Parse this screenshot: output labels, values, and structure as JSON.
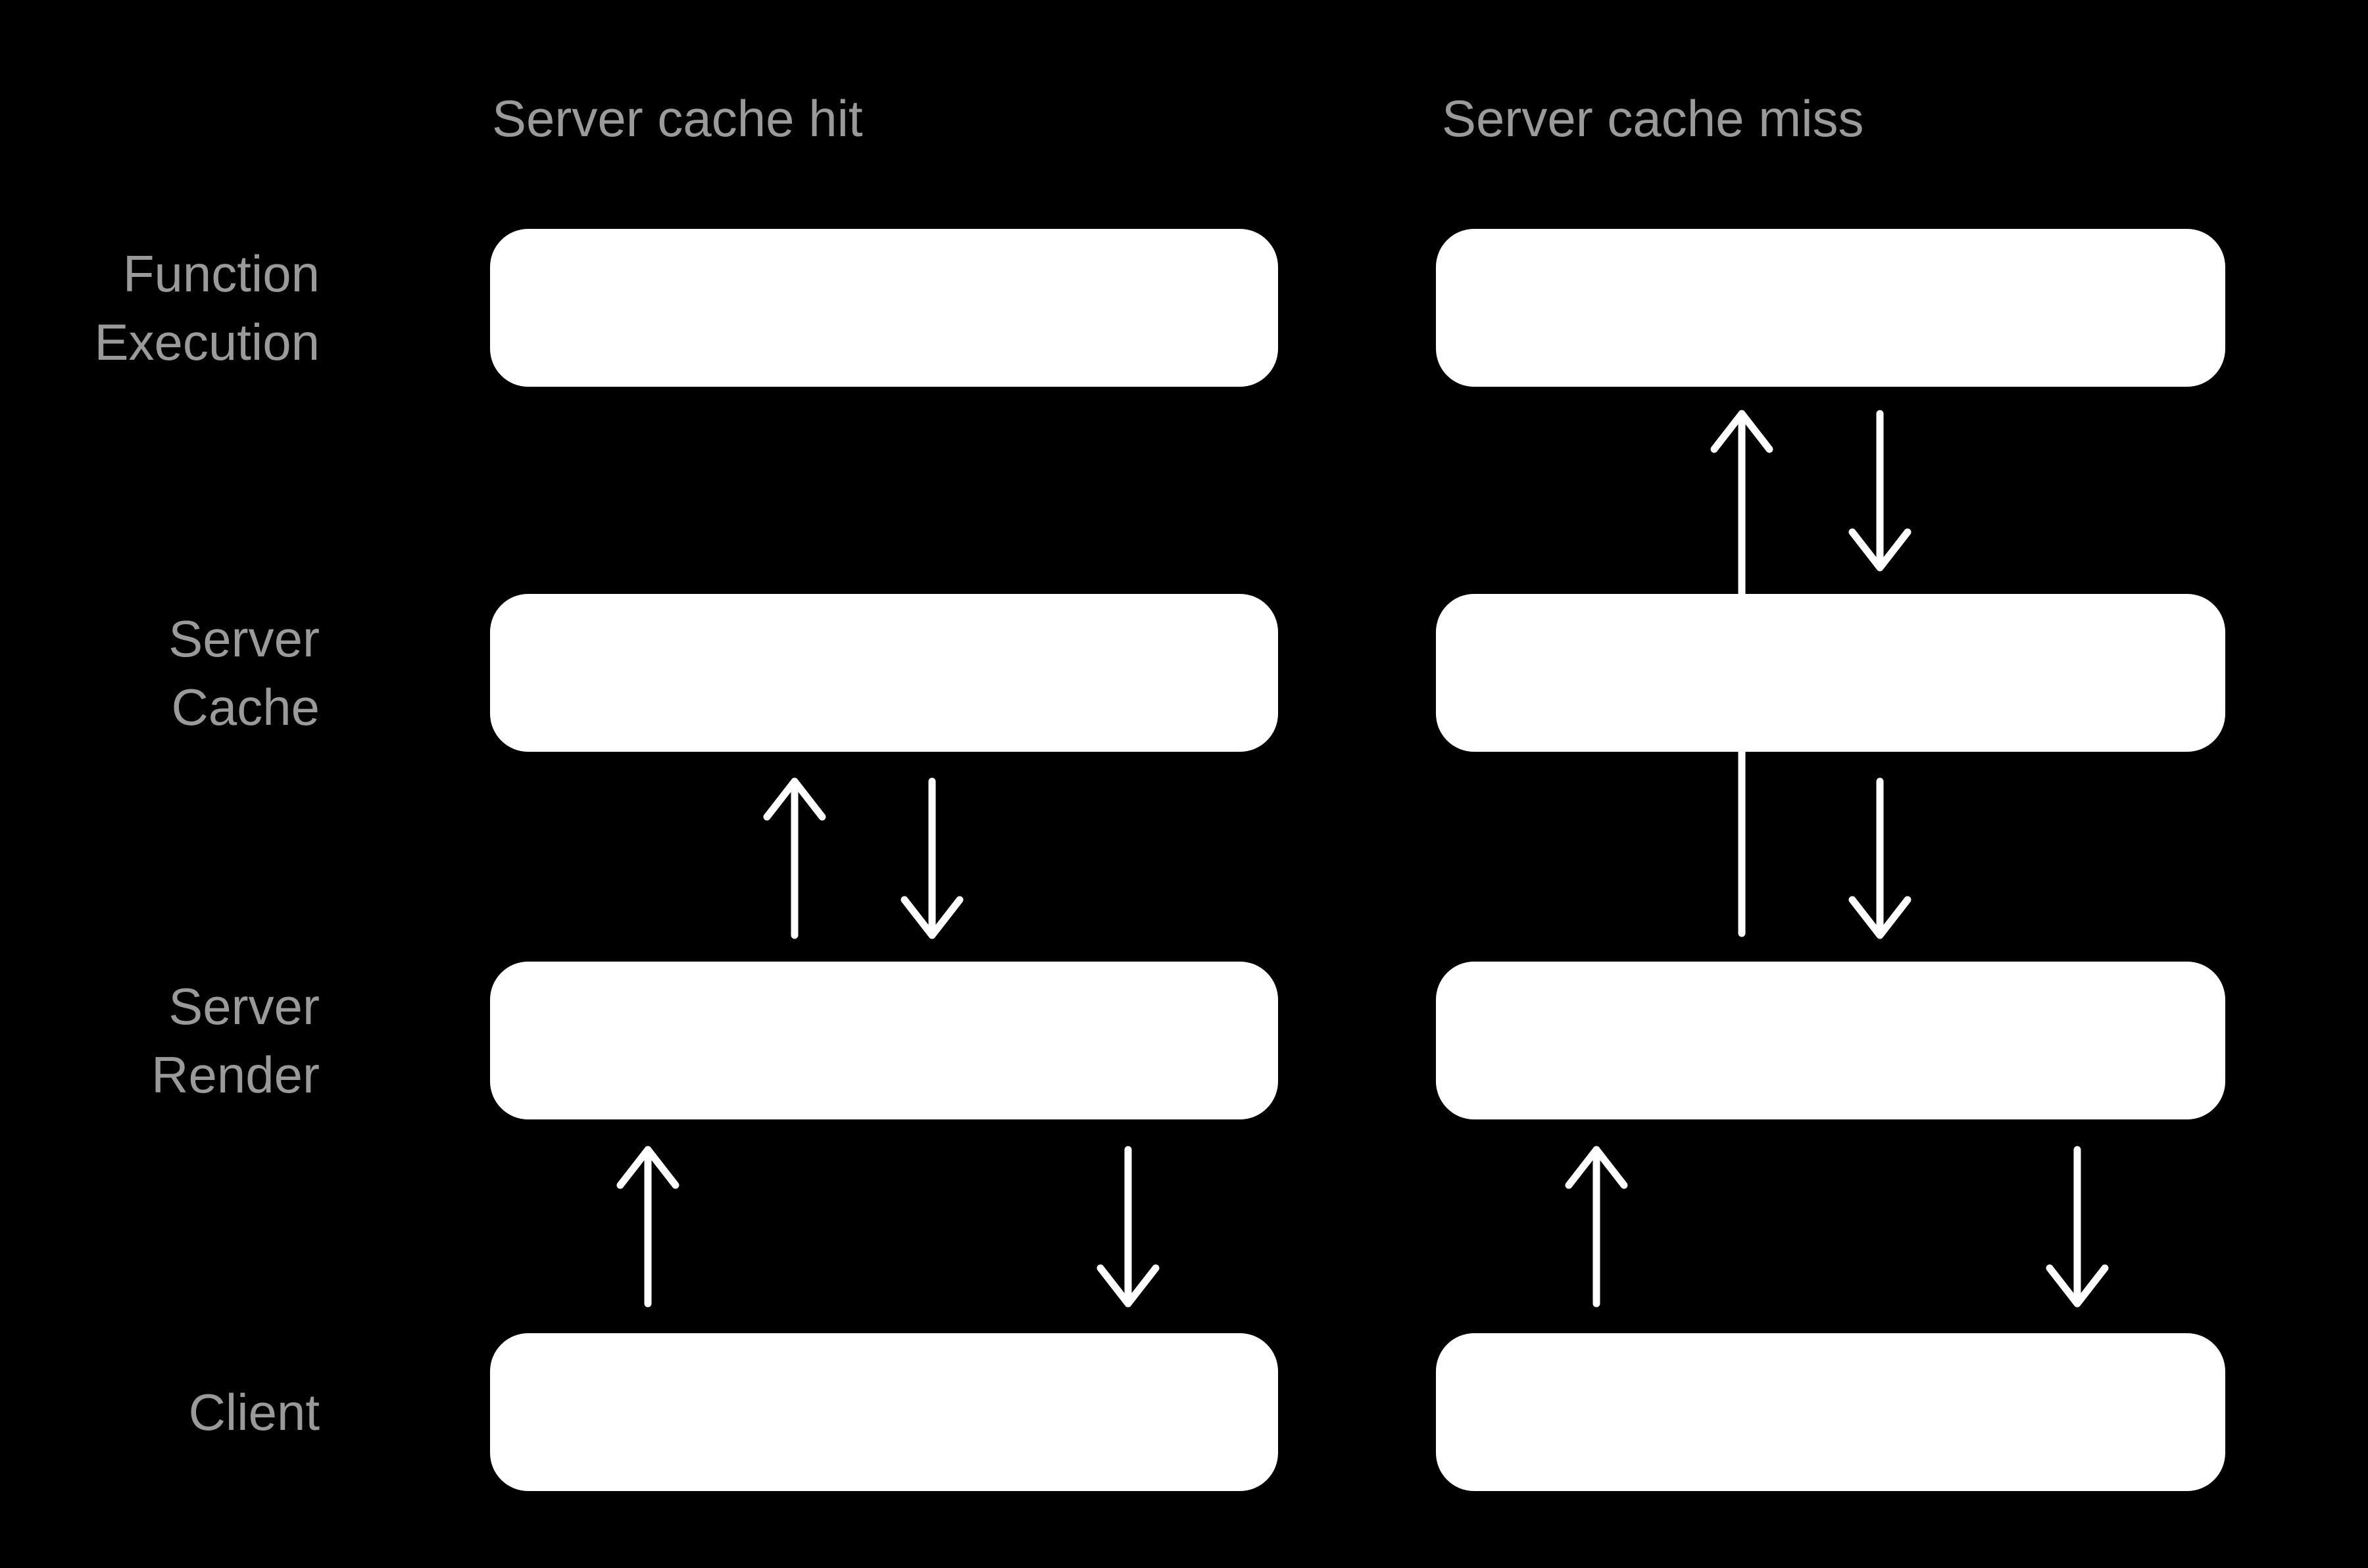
{
  "diagram": {
    "column_titles": {
      "hit": "Server cache hit",
      "miss": "Server cache miss"
    },
    "row_labels": [
      {
        "label": "Function\nExecution"
      },
      {
        "label": "Server\nCache"
      },
      {
        "label": "Server\nRender"
      },
      {
        "label": "Client"
      }
    ],
    "colors": {
      "background": "#000000",
      "box": "#ffffff",
      "arrow": "#ffffff",
      "text": "#9a9a9a"
    }
  }
}
